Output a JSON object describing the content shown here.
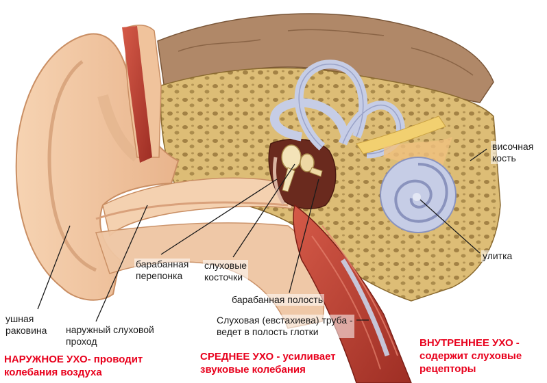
{
  "labels": {
    "temporal_bone": [
      "височная",
      "кость"
    ],
    "cochlea": "улитка",
    "auricle": [
      "ушная",
      "раковина"
    ],
    "ear_canal": [
      "наружный слуховой",
      "проход"
    ],
    "eardrum": [
      "барабанная",
      "перепонка"
    ],
    "ossicles": [
      "слуховые",
      "косточки"
    ],
    "tympanic_cavity": "барабанная полость",
    "eustachian_tube": [
      "Слуховая (евстахиева) труба -",
      "ведет в полость глотки"
    ]
  },
  "captions": {
    "outer_ear": [
      "НАРУЖНОЕ УХО- проводит",
      "колебания воздуха"
    ],
    "middle_ear": [
      "СРЕДНЕЕ УХО - усиливает",
      "звуковые колебания"
    ],
    "inner_ear": [
      "ВНУТРЕННЕЕ УХО -",
      "содержит слуховые",
      "рецепторы"
    ]
  },
  "colors": {
    "caption_text": "#e8001c",
    "label_text": "#1a1a1a",
    "skin": "#f2c8a2",
    "bone": "#ddbd76",
    "bone_pore": "#8a6a30",
    "brain": "#b08868",
    "muscle": "#c0493c",
    "labyrinth": "#c6cde6",
    "nerve": "#f2d070",
    "ossicle": "#f3e3b8"
  }
}
